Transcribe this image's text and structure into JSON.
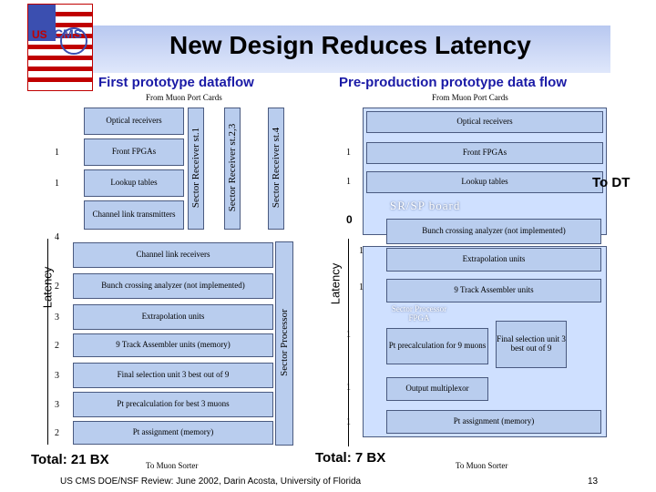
{
  "slide": {
    "title": "New Design Reduces Latency",
    "logo_text": "CMS",
    "logo_prefix": "US",
    "footer": "US CMS DOE/NSF Review:  June 2002, Darin Acosta, University of Florida",
    "page_number": "13"
  },
  "left": {
    "heading": "First prototype dataflow",
    "source": "From Muon Port Cards",
    "latency_label": "Latency",
    "optical": "Optical receivers",
    "front": "Front FPGAs",
    "lookup": "Lookup tables",
    "channel_tx": "Channel link transmitters",
    "receiver1": "Sector Receiver st.1",
    "receiver23": "Sector Receiver st.2,3",
    "receiver4": "Sector Receiver st.4",
    "channel_rx": "Channel link receivers",
    "bunch": "Bunch crossing analyzer (not implemented)",
    "extrap": "Extrapolation units",
    "track": "9 Track Assembler units (memory)",
    "final": "Final selection unit 3 best out of 9",
    "pt_calc": "Pt precalculation for best 3 muons",
    "pt_assign": "Pt assignment (memory)",
    "sector_processor": "Sector Processor",
    "sink": "To Muon Sorter",
    "total": "Total: 21 BX",
    "n_front": "1",
    "n_lookup": "1",
    "n_channel": "4",
    "n_bunch": "2",
    "n_extrap": "3",
    "n_track": "2",
    "n_final": "3",
    "n_ptcalc": "3",
    "n_ptassign": "2"
  },
  "right": {
    "heading": "Pre-production prototype data flow",
    "source": "From Muon Port Cards",
    "latency_label": "Latency",
    "optical": "Optical receivers",
    "front": "Front FPGAs",
    "lookup": "Lookup tables",
    "board": "SR/SP board",
    "to_dt": "To DT",
    "bunch": "Bunch crossing analyzer (not implemented)",
    "extrap": "Extrapolation units",
    "track": "9 Track Assembler units",
    "sp_fpga": "Sector Processor FPGA",
    "pt_calc": "Pt precalculation for 9 muons",
    "final": "Final selection unit 3 best out of 9",
    "mux": "Output multiplexor",
    "pt_assign": "Pt assignment (memory)",
    "sink": "To Muon Sorter",
    "total": "Total: 7 BX",
    "n_front": "1",
    "n_lookup": "1",
    "n_board": "0",
    "n_bunch": "1",
    "n_extrap": "1",
    "n_ptcalc": "1",
    "n_mux": "1",
    "n_ptassign": "1"
  }
}
